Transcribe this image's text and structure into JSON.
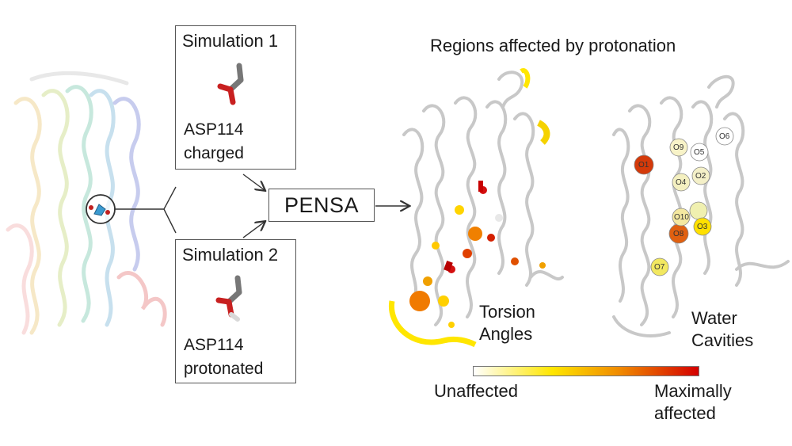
{
  "simulation1": {
    "title": "Simulation 1",
    "residue": "ASP114",
    "state": "charged"
  },
  "simulation2": {
    "title": "Simulation 2",
    "residue": "ASP114",
    "state": "protonated"
  },
  "method": "PENSA",
  "results": {
    "title": "Regions affected by protonation",
    "torsion_label_1": "Torsion",
    "torsion_label_2": "Angles",
    "water_label_1": "Water",
    "water_label_2": "Cavities"
  },
  "colorbar": {
    "low_label": "Unaffected",
    "high_label_1": "Maximally",
    "high_label_2": "affected",
    "colors": [
      "#ffffff",
      "#ffe600",
      "#f08a00",
      "#d40000"
    ]
  },
  "cavities": [
    "O1",
    "O2",
    "O3",
    "O4",
    "O5",
    "O6",
    "O7",
    "O8",
    "O9",
    "O10"
  ]
}
